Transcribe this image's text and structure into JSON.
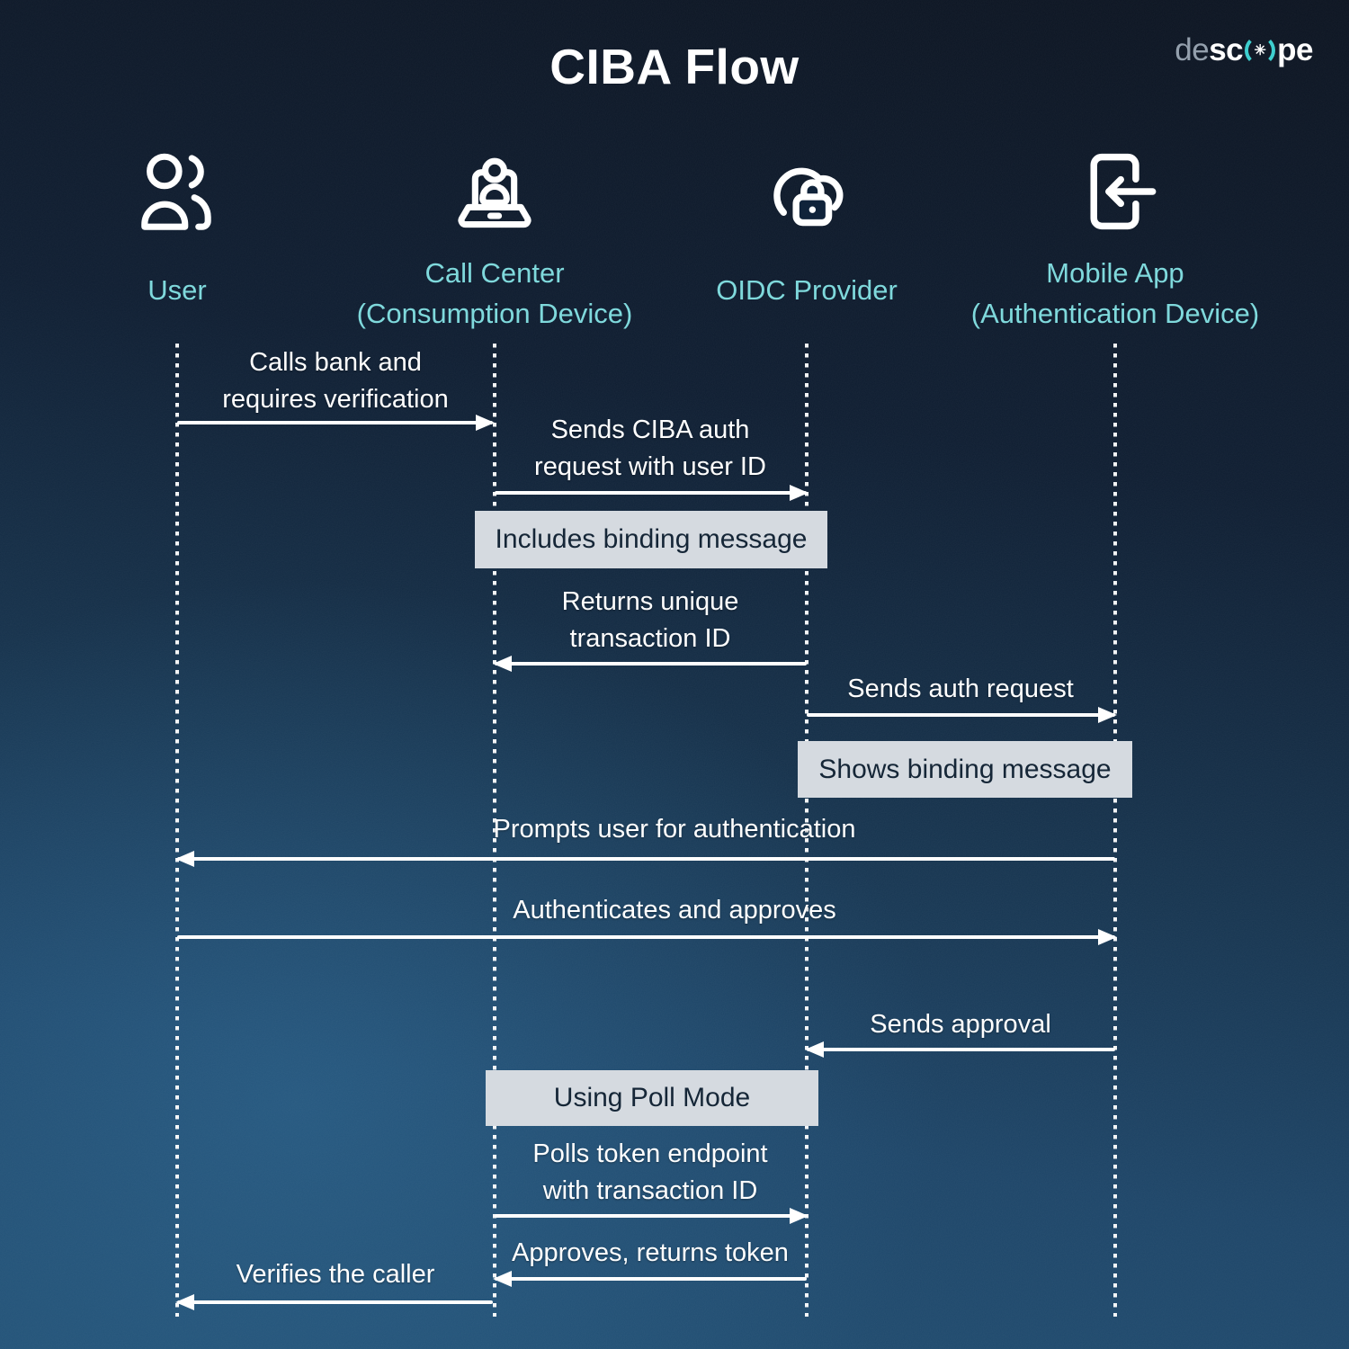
{
  "title": "CIBA Flow",
  "logo": {
    "part1": "de",
    "part2": "sc",
    "part3": "pe",
    "mark": "✳"
  },
  "actors": [
    {
      "id": "user",
      "lines": [
        "User"
      ]
    },
    {
      "id": "call-center",
      "lines": [
        "Call Center",
        "(Consumption Device)"
      ]
    },
    {
      "id": "oidc-provider",
      "lines": [
        "OIDC Provider"
      ]
    },
    {
      "id": "mobile-app",
      "lines": [
        "Mobile App",
        "(Authentication Device)"
      ]
    }
  ],
  "messages": [
    {
      "from": "User",
      "to": "Call Center",
      "lines": [
        "Calls bank and",
        "requires verification"
      ]
    },
    {
      "from": "Call Center",
      "to": "OIDC Provider",
      "lines": [
        "Sends CIBA auth",
        "request with user ID"
      ]
    },
    {
      "from": "OIDC Provider",
      "to": "Call Center",
      "lines": [
        "Returns unique",
        "transaction ID"
      ]
    },
    {
      "from": "OIDC Provider",
      "to": "Mobile App",
      "lines": [
        "Sends auth request"
      ]
    },
    {
      "from": "Mobile App",
      "to": "User",
      "lines": [
        "Prompts user for authentication"
      ]
    },
    {
      "from": "User",
      "to": "Mobile App",
      "lines": [
        "Authenticates and approves"
      ]
    },
    {
      "from": "Mobile App",
      "to": "OIDC Provider",
      "lines": [
        "Sends approval"
      ]
    },
    {
      "from": "Call Center",
      "to": "OIDC Provider",
      "lines": [
        "Polls token endpoint",
        "with transaction ID"
      ]
    },
    {
      "from": "OIDC Provider",
      "to": "Call Center",
      "lines": [
        "Approves, returns token"
      ]
    },
    {
      "from": "Call Center",
      "to": "User",
      "lines": [
        "Verifies the caller"
      ]
    }
  ],
  "notes": [
    {
      "label": "Includes binding message"
    },
    {
      "label": "Shows binding message"
    },
    {
      "label": "Using Poll Mode"
    }
  ],
  "colors": {
    "background_top": "#0c1421",
    "background_bottom": "#204e72",
    "accent_teal": "#7fd9dc",
    "logo_teal": "#3ecfcf",
    "note_background": "#d5dae0",
    "note_text": "#152637",
    "foreground": "#ffffff"
  }
}
